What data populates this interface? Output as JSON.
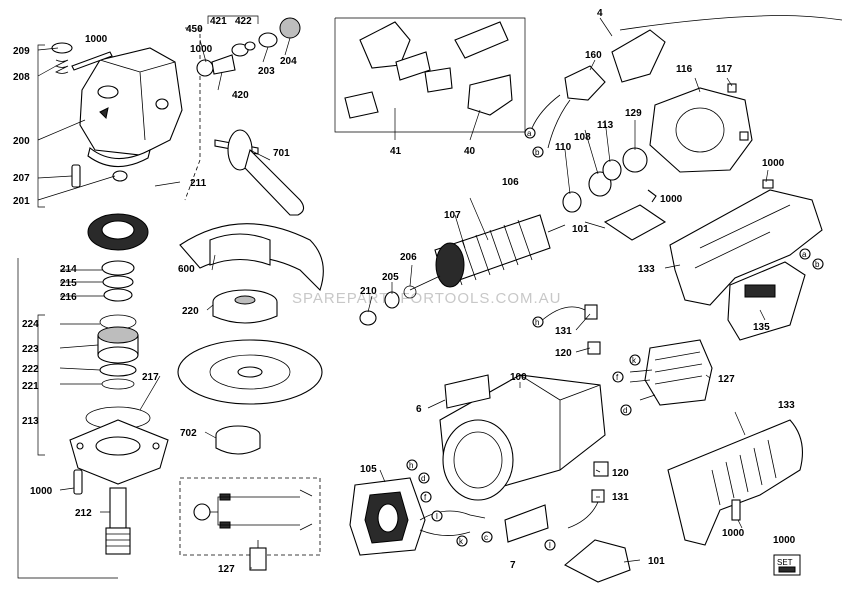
{
  "watermark": "SPAREPARTSFORTOOLS.COM.AU",
  "set_badge": "SET",
  "labels": {
    "p450": "450",
    "p421": "421",
    "p422": "422",
    "p1000a": "1000",
    "p1000b": "1000",
    "p1000c": "1000",
    "p1000d": "1000",
    "p1000e": "1000",
    "p1000f": "1000",
    "p1000g": "1000",
    "p209": "209",
    "p208": "208",
    "p200": "200",
    "p207": "207",
    "p201": "201",
    "p211": "211",
    "p203": "203",
    "p204": "204",
    "p420": "420",
    "p701": "701",
    "p4": "4",
    "p160": "160",
    "p41": "41",
    "p40": "40",
    "p116": "116",
    "p117": "117",
    "p129": "129",
    "p113": "113",
    "p108": "108",
    "p110": "110",
    "p106": "106",
    "p107": "107",
    "p206": "206",
    "p205": "205",
    "p210": "210",
    "p101a": "101",
    "p101b": "101",
    "p133a": "133",
    "p133b": "133",
    "p135": "135",
    "p214": "214",
    "p215": "215",
    "p216": "216",
    "p224": "224",
    "p223": "223",
    "p222": "222",
    "p221": "221",
    "p213": "213",
    "p217": "217",
    "p212": "212",
    "p600": "600",
    "p220": "220",
    "p702": "702",
    "p131a": "131",
    "p131b": "131",
    "p120a": "120",
    "p120b": "120",
    "p127a": "127",
    "p127b": "127",
    "p100": "100",
    "p6": "6",
    "p105": "105",
    "p7": "7"
  },
  "circles": {
    "a1": "a",
    "b1": "b",
    "a2": "a",
    "b2": "b",
    "h1": "h",
    "k1": "k",
    "f1": "f",
    "d1": "d",
    "h2": "h",
    "d2": "d",
    "f2": "f",
    "l1": "l",
    "k2": "k",
    "c1": "c",
    "l2": "l"
  }
}
